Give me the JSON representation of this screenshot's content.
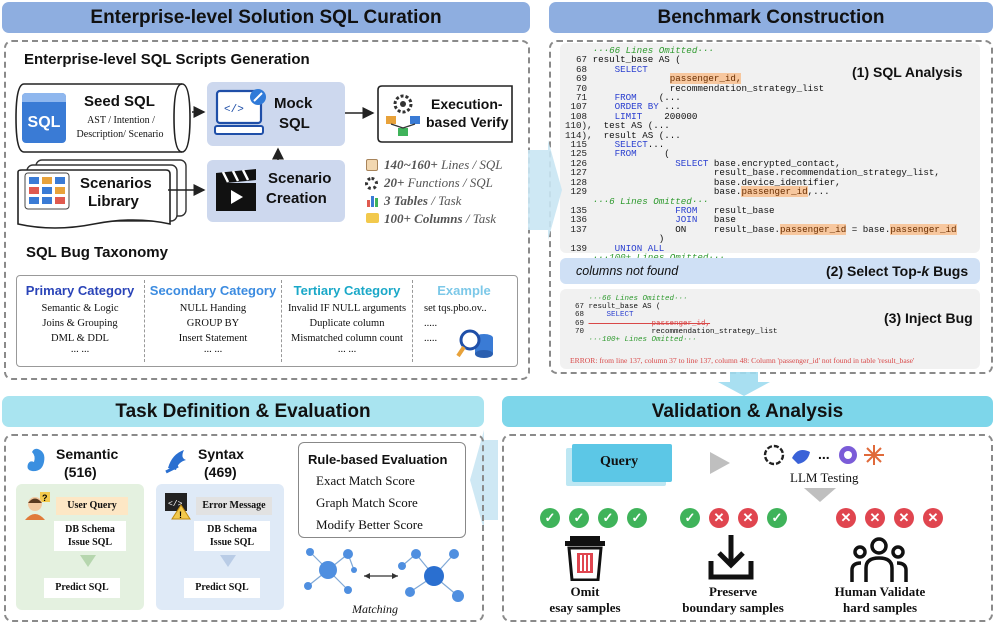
{
  "panels": {
    "curation_title": "Enterprise-level Solution SQL Curation",
    "benchmark_title": "Benchmark Construction",
    "task_title": "Task Definition & Evaluation",
    "validation_title": "Validation & Analysis"
  },
  "scripts_gen": {
    "title": "Enterprise-level SQL Scripts Generation",
    "seed_title": "Seed SQL",
    "seed_desc_1": "AST / Intention /",
    "seed_desc_2": "Description/ Scenario",
    "seed_icon_text": "SQL",
    "scenarios_title_1": "Scenarios",
    "scenarios_title_2": "Library",
    "mock_title_1": "Mock",
    "mock_title_2": "SQL",
    "scenario_creation_1": "Scenario",
    "scenario_creation_2": "Creation",
    "exec_title_1": "Execution-",
    "exec_title_2": "based Verify"
  },
  "stats": [
    {
      "strong": "140~160+",
      "rest": " Lines / SQL",
      "icon": "scroll-icon"
    },
    {
      "strong": "20+",
      "rest": " Functions / SQL",
      "icon": "gear-icon"
    },
    {
      "strong": "3 Tables",
      "rest": " / Task",
      "icon": "bar-chart-icon"
    },
    {
      "strong": "100+ Columns",
      "rest": " / Task",
      "icon": "folder-icon"
    }
  ],
  "taxonomy": {
    "title": "SQL Bug Taxonomy",
    "primary": {
      "title": "Primary Category",
      "items": [
        "Semantic & Logic",
        "Joins & Grouping",
        "DML & DDL",
        "... ..."
      ]
    },
    "secondary": {
      "title": "Secondary Category",
      "items": [
        "NULL Handing",
        "GROUP BY",
        "Insert Statement",
        "... ..."
      ]
    },
    "tertiary": {
      "title": "Tertiary Category",
      "items": [
        "Invalid IF NULL arguments",
        "Duplicate column",
        "Mismatched column count",
        "... ..."
      ]
    },
    "example": {
      "title": "Example",
      "items": [
        "set tqs.pbo.ov..",
        ".....",
        "....."
      ]
    }
  },
  "benchmark": {
    "step1": "(1) SQL Analysis",
    "step2_prefix": "(2) Select Top-",
    "step2_k": "k",
    "step2_suffix": " Bugs",
    "step3": "(3) Inject Bug",
    "columns_not_found": "columns not found",
    "error_msg": "ERROR: from line 137, column 37 to line 137, column 48: Column 'passenger_id' not found in table 'result_base'",
    "code1": [
      {
        "n": "",
        "t": "···66 Lines Omitted···",
        "om": true
      },
      {
        "n": "67",
        "t": "result_base AS ("
      },
      {
        "n": "68",
        "t": "    SELECT",
        "kw": true
      },
      {
        "n": "69",
        "t": "",
        "hl": "passenger_id,",
        "pad": "              "
      },
      {
        "n": "70",
        "t": "              recommendation_strategy_list"
      },
      {
        "n": "71",
        "t": "    FROM    (...",
        "kw": true
      },
      {
        "n": "107",
        "t": "    ORDER BY ...",
        "kw": true
      },
      {
        "n": "108",
        "t": "    LIMIT    200000",
        "kw": true
      },
      {
        "n": "110),",
        "t": " test AS (..."
      },
      {
        "n": "114),",
        "t": " result AS (..."
      },
      {
        "n": "115",
        "t": "    SELECT...",
        "kw": true
      },
      {
        "n": "125",
        "t": "    FROM     (",
        "kw": true
      },
      {
        "n": "126",
        "t": "               SELECT base.encrypted_contact,",
        "kw": true
      },
      {
        "n": "127",
        "t": "                      result_base.recommendation_strategy_list,"
      },
      {
        "n": "128",
        "t": "                      base.device_identifier,"
      },
      {
        "n": "129",
        "t": "                      base.",
        "hl": "passenger_id",
        "after": ",..."
      },
      {
        "n": "",
        "t": "···6 Lines Omitted···",
        "om": true
      },
      {
        "n": "135",
        "t": "               FROM   result_base",
        "kw": true
      },
      {
        "n": "136",
        "t": "               JOIN   base",
        "kw": true
      },
      {
        "n": "137",
        "t": "               ON     result_base.",
        "hl": "passenger_id",
        "after": " = base.",
        "hl2": "passenger_id"
      },
      {
        "n": "",
        "t": "            )"
      },
      {
        "n": "139",
        "t": "    UNION ALL",
        "kw": true
      },
      {
        "n": "",
        "t": "···100+ Lines Omitted···",
        "om": true
      }
    ],
    "code2": [
      {
        "n": "",
        "t": "···66 Lines Omitted···",
        "om": true
      },
      {
        "n": "67",
        "t": "result_base AS ("
      },
      {
        "n": "68",
        "t": "    SELECT",
        "kw": true
      },
      {
        "n": "69",
        "t": "              passenger_id,",
        "strike": true
      },
      {
        "n": "70",
        "t": "              recommendation_strategy_list"
      },
      {
        "n": "",
        "t": "···100+ Lines Omitted···",
        "om": true
      }
    ]
  },
  "task": {
    "semantic_title": "Semantic",
    "semantic_count": "(516)",
    "syntax_title": "Syntax",
    "syntax_count": "(469)",
    "user_query": "User Query",
    "error_message": "Error Message",
    "db_schema_1": "DB Schema",
    "issue_sql": "Issue SQL",
    "predict_sql": "Predict SQL",
    "rule_title": "Rule-based Evaluation",
    "rules": [
      "Exact Match Score",
      "Graph Match Score",
      "Modify Better Score"
    ],
    "matching": "Matching"
  },
  "validation": {
    "query": "Query",
    "llm_testing": "LLM Testing",
    "dots": "...",
    "omit_1": "Omit",
    "omit_2": "esay samples",
    "preserve_1": "Preserve",
    "preserve_2": "boundary samples",
    "human_1": "Human Validate",
    "human_2": "hard samples",
    "results": [
      [
        "pass",
        "pass",
        "pass",
        "pass"
      ],
      [
        "pass",
        "fail",
        "fail",
        "pass"
      ],
      [
        "fail",
        "fail",
        "fail",
        "fail"
      ]
    ]
  },
  "colors": {
    "blue_header": "#8eaee0",
    "cyan_header": "#7dd6ea",
    "primary": "#2a44b8",
    "secondary": "#3b8be0",
    "tertiary": "#1aa8c8",
    "example": "#7cc8e8",
    "pass": "#3fb35a",
    "fail": "#e0454f",
    "highlight": "#f7c79e"
  }
}
